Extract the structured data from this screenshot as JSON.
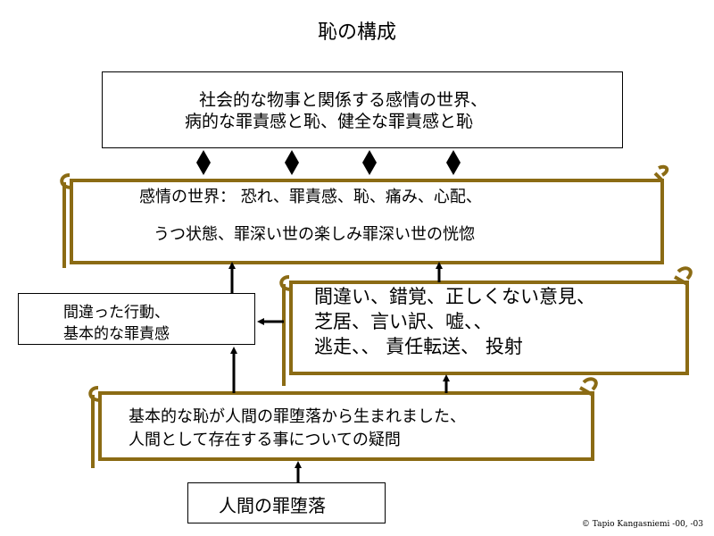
{
  "title": "恥の構成",
  "top_box": {
    "line1": "社会的な物事と関係する感情の世界、",
    "line2": "病的な罪責感と恥、健全な罪責感と恥"
  },
  "emotions_scroll": {
    "line1": "感情の世界：  恐れ、罪責感、恥、痛み、心配、",
    "line2": "うつ状態、罪深い世の楽しみ罪深い世の恍惚"
  },
  "wrong_action_box": {
    "line1": "間違った行動、",
    "line2": "基本的な罪責感"
  },
  "errors_scroll": {
    "line1": "間違い、錯覚、正しくない意見、",
    "line2": "芝居、言い訳、嘘、、",
    "line3": "逃走、、  責任転送、  投射"
  },
  "basic_shame_scroll": {
    "line1": "基本的な恥が人間の罪堕落から生まれました、",
    "line2": "人間として存在する事についての疑問"
  },
  "fall_box": {
    "label": "人間の罪堕落"
  },
  "copyright": "© Tapio Kangasniemi -00, -03",
  "colors": {
    "scroll_border": "#8B6B14",
    "arrow": "#000000"
  }
}
